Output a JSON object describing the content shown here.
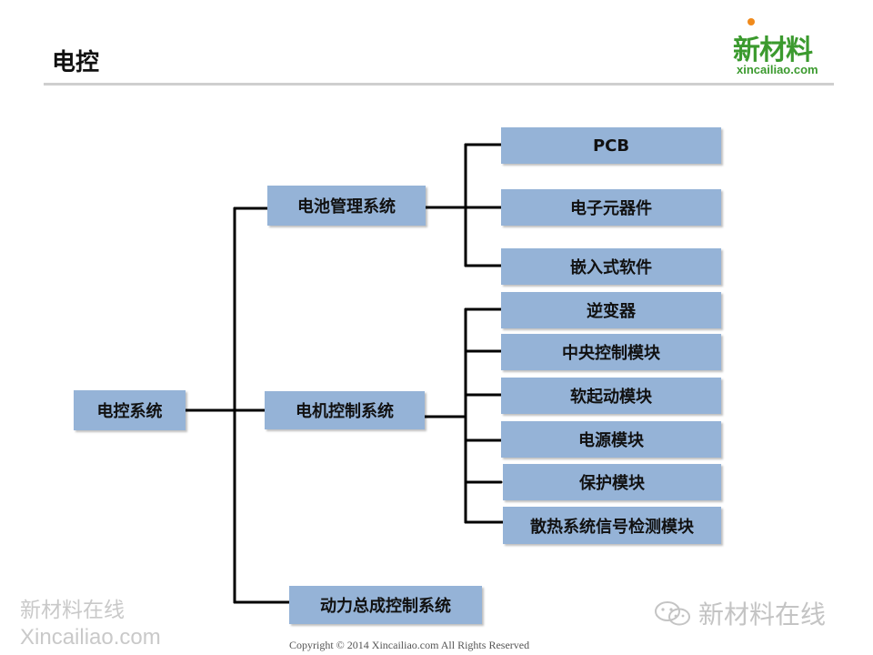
{
  "header": {
    "title": "电控"
  },
  "logo": {
    "main": "新材料",
    "sub": "xincailiao.com"
  },
  "diagram": {
    "root": "电控系统",
    "branches": [
      {
        "label": "电池管理系统",
        "children": [
          "PCB",
          "电子元器件",
          "嵌入式软件"
        ]
      },
      {
        "label": "电机控制系统",
        "children": [
          "逆变器",
          "中央控制模块",
          "软起动模块",
          "电源模块",
          "保护模块",
          "散热系统信号检测模块"
        ]
      },
      {
        "label": "动力总成控制系统",
        "children": []
      }
    ]
  },
  "watermark": {
    "left_line1": "新材料在线",
    "left_line2": "Xincailiao.com",
    "right": "新材料在线"
  },
  "footer": {
    "copyright": "Copyright © 2014   Xincailiao.com    All Rights Reserved"
  },
  "colors": {
    "node_fill": "#95b3d7",
    "logo_green": "#3b9a2e",
    "logo_dot": "#f08a1c"
  }
}
